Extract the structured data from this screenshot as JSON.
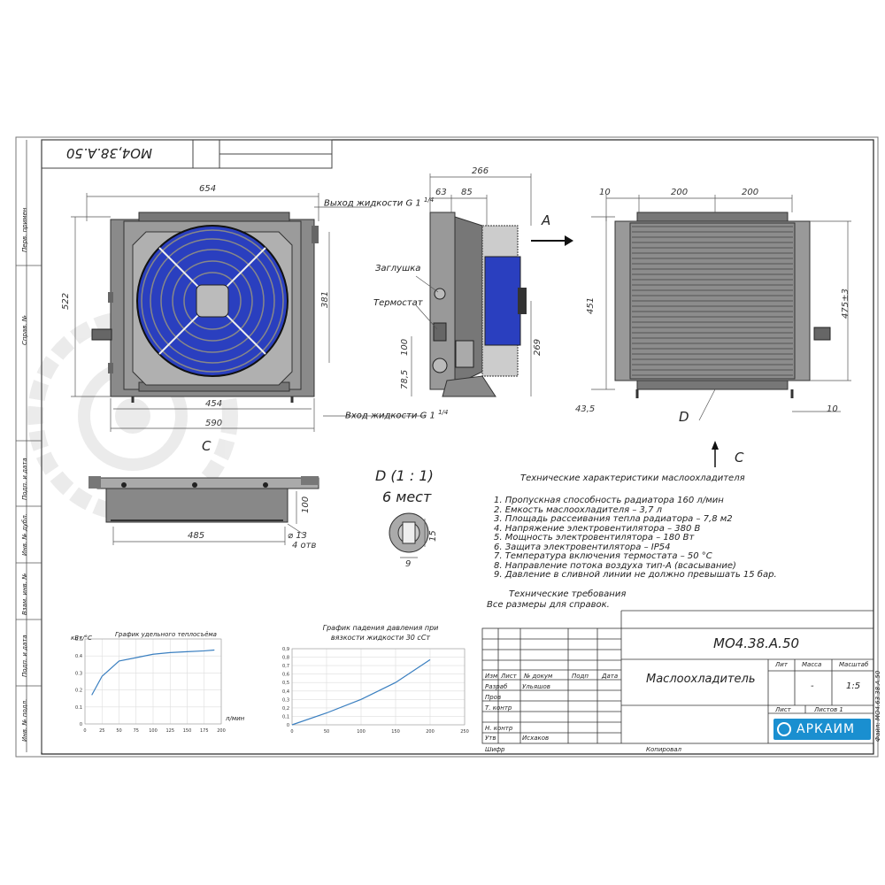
{
  "drawing": {
    "code": "МО4.38.А.50",
    "code_top": "МО4,38.А.50",
    "name": "Маслоохладитель",
    "scale": "1:5",
    "mass": "-"
  },
  "side_labels": [
    "Перв. примен",
    "Справ. №",
    "Подп. и дата",
    "Инв. № дубл.",
    "Взам. инв. №",
    "Подп. и дата",
    "Инв. № подл."
  ],
  "front": {
    "dims": {
      "w654": "654",
      "h522": "522",
      "h381": "381",
      "w454": "454",
      "w590": "590"
    },
    "outlet_label": "Выход жидкости G 1",
    "outlet_fraction": "1/4",
    "inlet_label": "Вход жидкости G 1",
    "inlet_fraction": "1/4"
  },
  "side": {
    "dims": {
      "w266": "266",
      "w63": "63",
      "w85": "85",
      "h100": "100",
      "h785": "78,5",
      "h269": "269"
    },
    "plug_label": "Заглушка",
    "thermostat_label": "Термостат",
    "arrow_label": "А"
  },
  "back": {
    "dims": {
      "w10a": "10",
      "w200a": "200",
      "w200b": "200",
      "h451": "451",
      "h475": "475±3",
      "h435": "43,5",
      "w10b": "10"
    },
    "detail_label": "D",
    "view_label": "C"
  },
  "bottom_view": {
    "label": "C",
    "dims": {
      "w485": "485",
      "h100": "100",
      "d13": "⌀ 13",
      "holes": "4 отв"
    }
  },
  "detail": {
    "title": "D (1 : 1)",
    "subtitle": "6 мест",
    "dims": {
      "d15": "15",
      "d9": "9"
    }
  },
  "specs": {
    "title": "Технические характеристики маслоохладителя",
    "items": [
      "1. Пропускная способность радиатора 160 л/мин",
      "2. Емкость маслоохладителя – 3,7 л",
      "3. Площадь рассеивания тепла радиатора – 7,8 м2",
      "4. Напряжение электровентилятора – 380 В",
      "5. Мощность электровентилятора – 180 Вт",
      "6. Защита электровентилятора – IP54",
      "7. Температура включения термостата – 50 °С",
      "8. Направление потока воздуха тип-А (всасывание)",
      "9. Давление в сливной линии не должно превышать 15 бар."
    ],
    "req_title": "Технические требования",
    "req_text": "Все размеры для справок."
  },
  "title_block": {
    "headers": {
      "izm": "Изм",
      "list": "Лист",
      "doc": "№ докум",
      "podp": "Подп",
      "data": "Дата"
    },
    "rows": {
      "razrab": "Разраб",
      "prov": "Пров",
      "tkontr": "Т. контр",
      "nkontr": "Н. контр",
      "utv": "Утв"
    },
    "names": {
      "razrab": "Ульяшов",
      "utv": "Исхаков"
    },
    "cols": {
      "lit": "Лит",
      "massa": "Масса",
      "masshtab": "Масштаб"
    },
    "scale_value": "1:5",
    "sheet": "Лист",
    "sheets": "Листов 1",
    "brand": "АРКАИМ",
    "copied": "Копировал",
    "format": "Шифр",
    "file": "Файл: МО4.63.38.А.50"
  },
  "watermark": "АРКАИМ",
  "chart_data": [
    {
      "type": "line",
      "title": "График удельного теплосъёма",
      "ylabel": "кВт/°С",
      "xlabel": "л/мин",
      "x": [
        10,
        25,
        50,
        75,
        100,
        125,
        150,
        175,
        190
      ],
      "series": [
        {
          "values": [
            0.17,
            0.28,
            0.37,
            0.39,
            0.41,
            0.42,
            0.425,
            0.43,
            0.435
          ]
        }
      ],
      "xticks": [
        "0",
        "25",
        "50",
        "75",
        "100",
        "125",
        "150",
        "175",
        "200"
      ],
      "yticks": [
        "0",
        "0.1",
        "0.2",
        "0.3",
        "0.4",
        "0.5"
      ],
      "xlim": [
        0,
        200
      ],
      "ylim": [
        0,
        0.5
      ],
      "grid": true
    },
    {
      "type": "line",
      "title": "График падения давления при вязкости жидкости 30 сСт",
      "x": [
        0,
        50,
        100,
        150,
        200
      ],
      "series": [
        {
          "values": [
            0,
            0.14,
            0.3,
            0.5,
            0.77
          ]
        }
      ],
      "xticks": [
        "0",
        "50",
        "100",
        "150",
        "200",
        "250"
      ],
      "yticks": [
        "0",
        "0,1",
        "0,2",
        "0,3",
        "0,4",
        "0,5",
        "0,6",
        "0,7",
        "0,8",
        "0,9"
      ],
      "xlim": [
        0,
        250
      ],
      "ylim": [
        0,
        0.9
      ],
      "grid": true
    }
  ]
}
